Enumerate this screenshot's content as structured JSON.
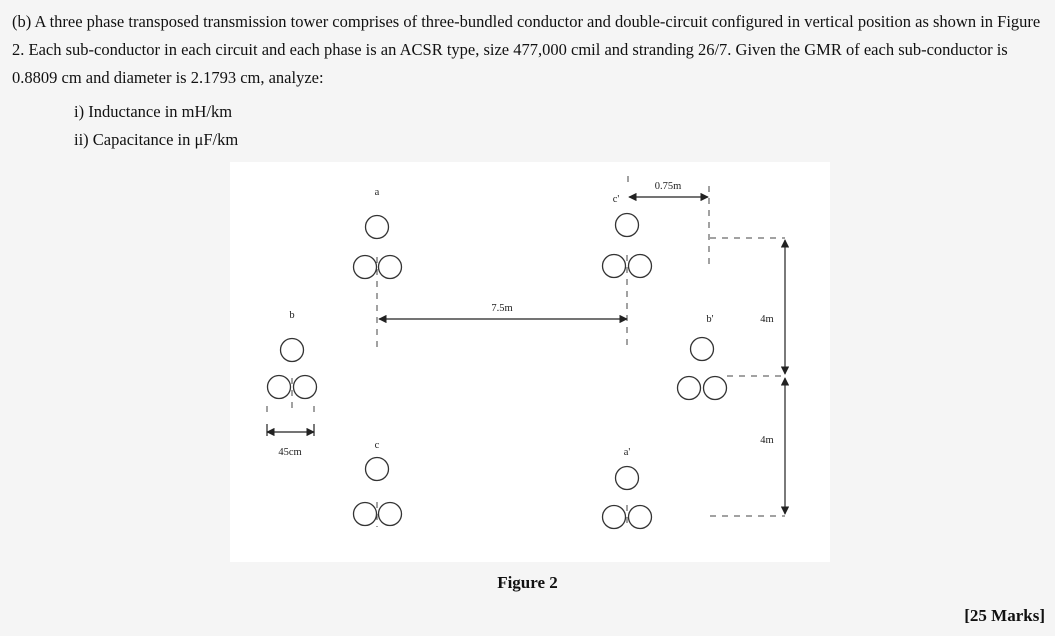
{
  "question": {
    "text": "(b)  A three phase transposed transmission tower comprises of three-bundled conductor and double-circuit configured in vertical position as shown in Figure 2. Each sub-conductor in each circuit and each phase is an ACSR type, size 477,000 cmil and stranding 26/7. Given the GMR of each sub-conductor is 0.8809 cm and diameter is 2.1793 cm, analyze:",
    "parts": [
      "i)  Inductance in mH/km",
      "ii)  Capacitance in μF/km"
    ]
  },
  "figure": {
    "caption": "Figure 2",
    "labels": {
      "a": "a",
      "b": "b",
      "c": "c",
      "a_prime": "a'",
      "b_prime": "b'",
      "c_prime": "c'",
      "d_7_5m": "7.5m",
      "d_0_75m": "0.75m",
      "d_4m_top": "4m",
      "d_4m_bottom": "4m",
      "d_45cm": "45cm"
    }
  },
  "marks": "[25 Marks]"
}
